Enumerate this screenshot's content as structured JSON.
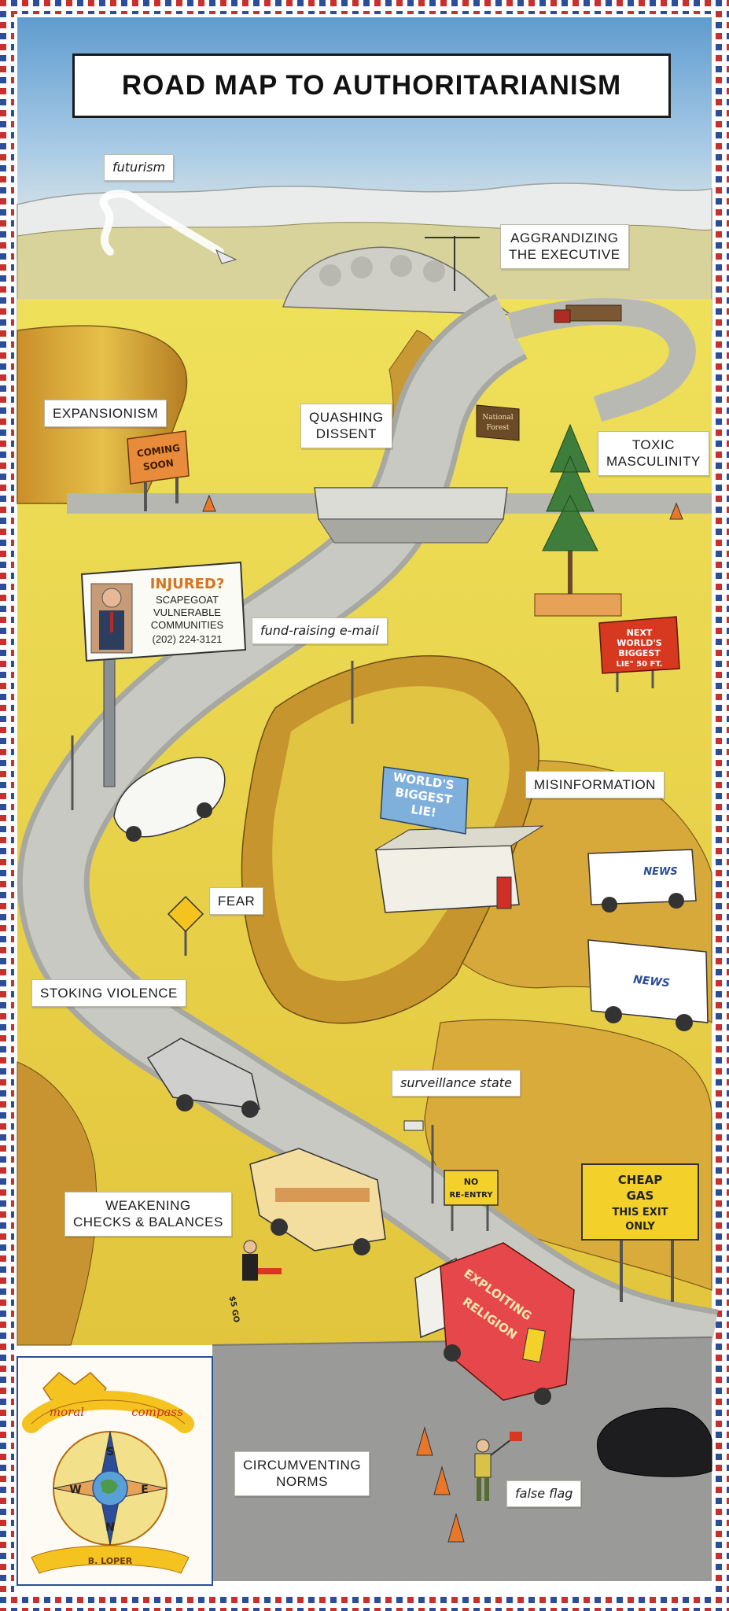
{
  "title": "ROAD MAP TO AUTHORITARIANISM",
  "labels": {
    "futurism": "futurism",
    "aggrandizing": "AGGRANDIZING\nTHE EXECUTIVE",
    "expansionism": "EXPANSIONISM",
    "quashing_dissent": "QUASHING\nDISSENT",
    "toxic_masculinity": "TOXIC\nMASCULINITY",
    "fundraising_email": "fund-raising e-mail",
    "misinformation": "MISINFORMATION",
    "fear": "FEAR",
    "stoking_violence": "STOKING VIOLENCE",
    "surveillance_state": "surveillance state",
    "weakening_checks": "WEAKENING\nCHECKS & BALANCES",
    "circumventing_norms": "CIRCUMVENTING\nNORMS",
    "false_flag": "false flag"
  },
  "signs": {
    "coming_soon": [
      "COMING",
      "SOON"
    ],
    "billboard_injured": [
      "INJURED?",
      "SCAPEGOAT",
      "VULNERABLE",
      "COMMUNITIES",
      "(202) 224-3121"
    ],
    "national_forest": [
      "National",
      "Forest"
    ],
    "next_lie": [
      "NEXT",
      "WORLD'S",
      "BIGGEST",
      "LIE\" 50 FT."
    ],
    "worlds_biggest_lie": [
      "WORLD'S",
      "BIGGEST",
      "LIE!"
    ],
    "news_1": "NEWS",
    "news_2": "NEWS",
    "no_reentry": [
      "NO",
      "RE-ENTRY"
    ],
    "cheap_gas": [
      "CHEAP",
      "GAS",
      "THIS EXIT",
      "ONLY"
    ],
    "exploiting_religion": [
      "EXPLOITING",
      "RELIGION"
    ],
    "fundraising_small": "$5 GO"
  },
  "compass": {
    "moral": "moral",
    "compass": "compass",
    "n": "N",
    "s": "S",
    "e": "E",
    "w": "W",
    "signature": "B. LOPER"
  },
  "colors": {
    "sky": "#7fb3dc",
    "grass": "#e8d545",
    "road": "#b9b9b4",
    "cliff": "#d9a93a",
    "frame_red": "#c8302e",
    "frame_blue": "#2b4d9a"
  }
}
